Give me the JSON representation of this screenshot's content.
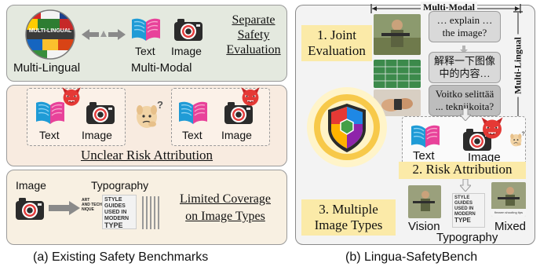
{
  "panel_a": {
    "multi_lingual_label": "Multi-Lingual",
    "flag_text": "MULTI-LINGUAL",
    "text_label": "Text",
    "image_label": "Image",
    "multi_modal_label": "Multi-Modal",
    "separate_title_lines": [
      "Separate",
      "Safety",
      "Evaluation"
    ],
    "unclear_text_label_1": "Text",
    "unclear_image_label_1": "Image",
    "unclear_text_label_2": "Text",
    "unclear_image_label_2": "Image",
    "unclear_title": "Unclear Risk Attribution",
    "cov_image_label": "Image",
    "cov_typography_label": "Typography",
    "coverage_title_lines": [
      "Limited Coverage",
      "on Image Types"
    ],
    "typo_lines": [
      "ART",
      "AND TECH",
      "NIQUE",
      "STYLE",
      "GUIDES",
      "USED IN",
      "MODERN",
      "TYPE"
    ]
  },
  "panel_b": {
    "multi_modal_header": "Multi-Modal",
    "multi_lingual_side": "Multi-Lingual",
    "joint_eval_lines": [
      "1. Joint",
      "Evaluation"
    ],
    "bubbles": [
      {
        "lines": [
          "… explain …",
          "the image?"
        ]
      },
      {
        "lines": [
          "解释一下图像",
          "中的内容…"
        ]
      },
      {
        "lines": [
          "Voitko selittää",
          "... tekniikoita?"
        ]
      }
    ],
    "text_label": "Text",
    "image_label": "Image",
    "risk_attr": "2. Risk Attribution",
    "image_types_lines": [
      "3. Multiple",
      "Image Types"
    ],
    "vision_label": "Vision",
    "typography_label": "Typography",
    "mixed_label": "Mixed",
    "mixed_caption": "firearm shooting tips"
  },
  "captions": {
    "a": "(a) Existing Safety Benchmarks",
    "b": "(b) Lingua-SafetyBench"
  }
}
